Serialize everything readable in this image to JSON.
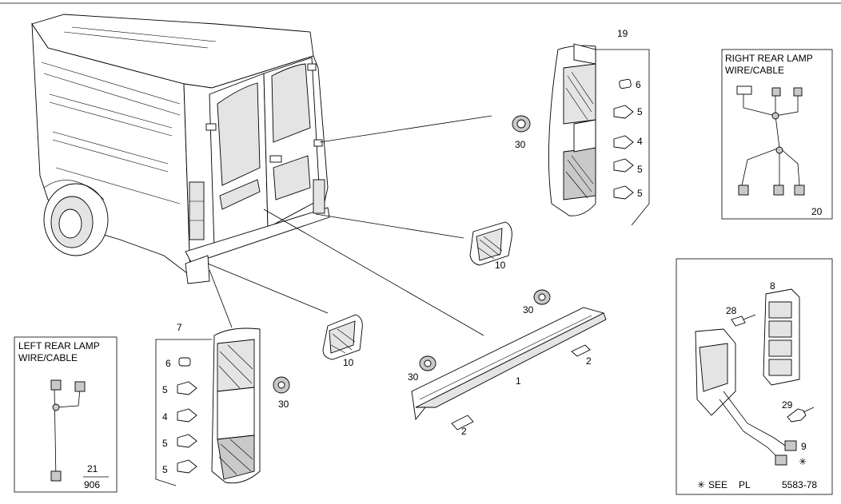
{
  "diagram": {
    "callouts": {
      "c1": "1",
      "c2a": "2",
      "c2b": "2",
      "c4l": "4",
      "c4r": "4",
      "c5a": "5",
      "c5b": "5",
      "c5c": "5",
      "c5d": "5",
      "c5e": "5",
      "c5f": "5",
      "c6l": "6",
      "c6r": "6",
      "c7": "7",
      "c8": "8",
      "c9": "9",
      "c10a": "10",
      "c10b": "10",
      "c19": "19",
      "c20": "20",
      "c21": "21",
      "c906": "906",
      "c28": "28",
      "c29": "29",
      "c30a": "30",
      "c30b": "30",
      "c30c": "30",
      "c30d": "30"
    },
    "left_box": {
      "title_line1": "LEFT REAR LAMP",
      "title_line2": "WIRE/CABLE"
    },
    "right_box": {
      "title_line1": "RIGHT REAR LAMP",
      "title_line2": "WIRE/CABLE"
    },
    "see_note": {
      "symbol": "✳",
      "text": "SEE",
      "pl": "PL",
      "ref": "5583-78"
    }
  }
}
